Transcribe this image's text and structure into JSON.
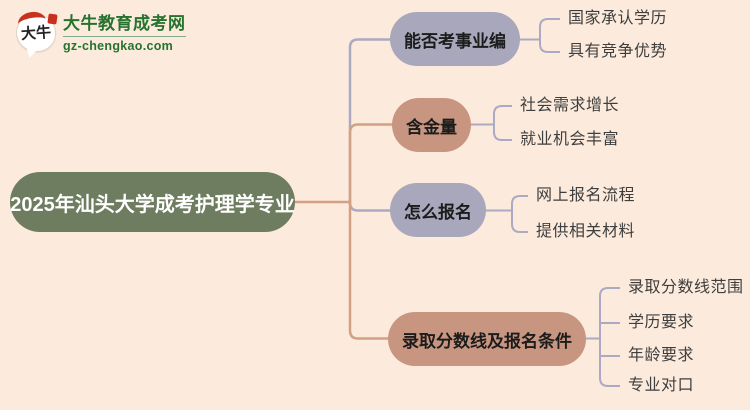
{
  "logo": {
    "bubble_text": "大牛",
    "site_name": "大牛教育成考网",
    "site_url": "gz-chengkao.com",
    "green": "#26722f",
    "red": "#c8311f"
  },
  "mindmap": {
    "root": {
      "label": "2025年汕头大学成考护理学专业",
      "bg": "#6e7c5f",
      "text_color": "#ffffff"
    },
    "colors": {
      "background": "#fcebdc",
      "node_gray": "#a8a7bb",
      "node_salmon": "#c89680",
      "line_salmon": "#d3a084",
      "line_gray": "#abaac2",
      "leaf_text": "#3e3e3e"
    },
    "branches": [
      {
        "label": "能否考事业编",
        "color": "gray",
        "children": [
          "国家承认学历",
          "具有竞争优势"
        ]
      },
      {
        "label": "含金量",
        "color": "salmon",
        "children": [
          "社会需求增长",
          "就业机会丰富"
        ]
      },
      {
        "label": "怎么报名",
        "color": "gray",
        "children": [
          "网上报名流程",
          "提供相关材料"
        ]
      },
      {
        "label": "录取分数线及报名条件",
        "color": "salmon",
        "children": [
          "录取分数线范围",
          "学历要求",
          "年龄要求",
          "专业对口"
        ]
      }
    ]
  }
}
